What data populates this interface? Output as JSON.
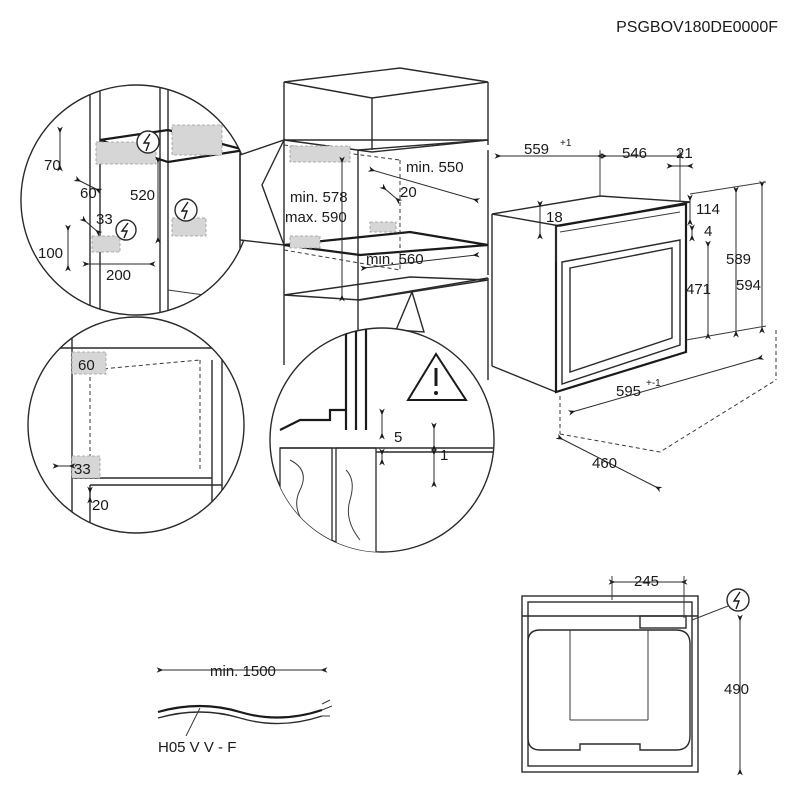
{
  "document_code": "PSGBOV180DE0000F",
  "cabinet": {
    "min_578": "min. 578",
    "max_590": "max. 590",
    "min_550": "min. 550",
    "d20": "20",
    "min_560": "min. 560"
  },
  "detail_top": {
    "d70": "70",
    "d60": "60",
    "d520": "520",
    "d33": "33",
    "d100": "100",
    "d200": "200"
  },
  "detail_left": {
    "d60": "60",
    "d33": "33",
    "d20": "20"
  },
  "detail_support": {
    "d5": "5",
    "d1": "1"
  },
  "oven": {
    "depth_559": "559",
    "depth_559_tol": "+1",
    "d546": "546",
    "d21": "21",
    "d18": "18",
    "d114": "114",
    "d4": "4",
    "d589": "589",
    "d471": "471",
    "d594": "594",
    "width_595": "595",
    "width_595_tol": "+-1",
    "d460": "460"
  },
  "cable": {
    "length": "min. 1500",
    "type": "H05 V V - F"
  },
  "back_view": {
    "d245": "245",
    "d490": "490"
  },
  "icons": [
    "electric-connection-icon",
    "warning-triangle-icon"
  ]
}
